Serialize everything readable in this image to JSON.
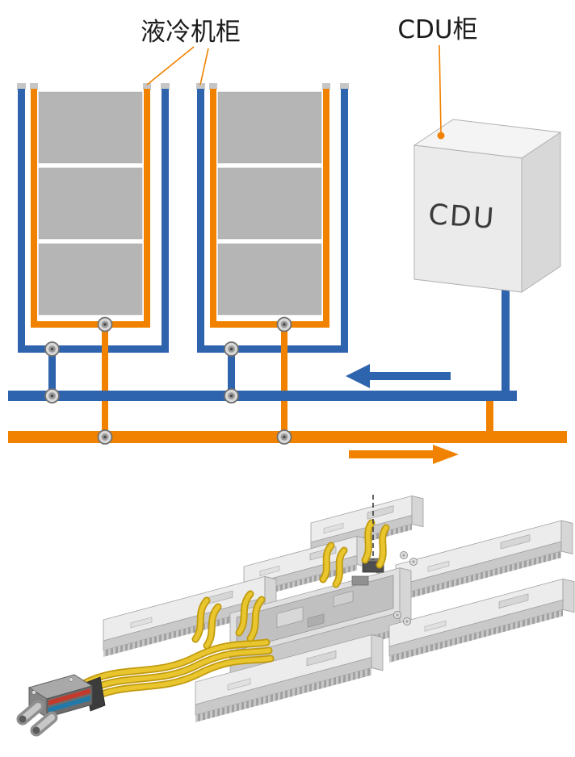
{
  "diagram": {
    "type": "liquid-cooling-system-schematic",
    "labels": {
      "liquid_cooling_cabinet": "液冷机柜",
      "cdu_cabinet": "CDU柜",
      "cdu_unit": "CDU"
    },
    "flow": {
      "blue_arrow_direction": "left",
      "orange_arrow_direction": "right"
    },
    "colors": {
      "supply_pipe_orange": "#f08200",
      "return_pipe_blue": "#2e63ad",
      "cabinet_fill_gray": "#b5b5b5",
      "coolant_tube_yellow": "#e9c62e"
    }
  }
}
